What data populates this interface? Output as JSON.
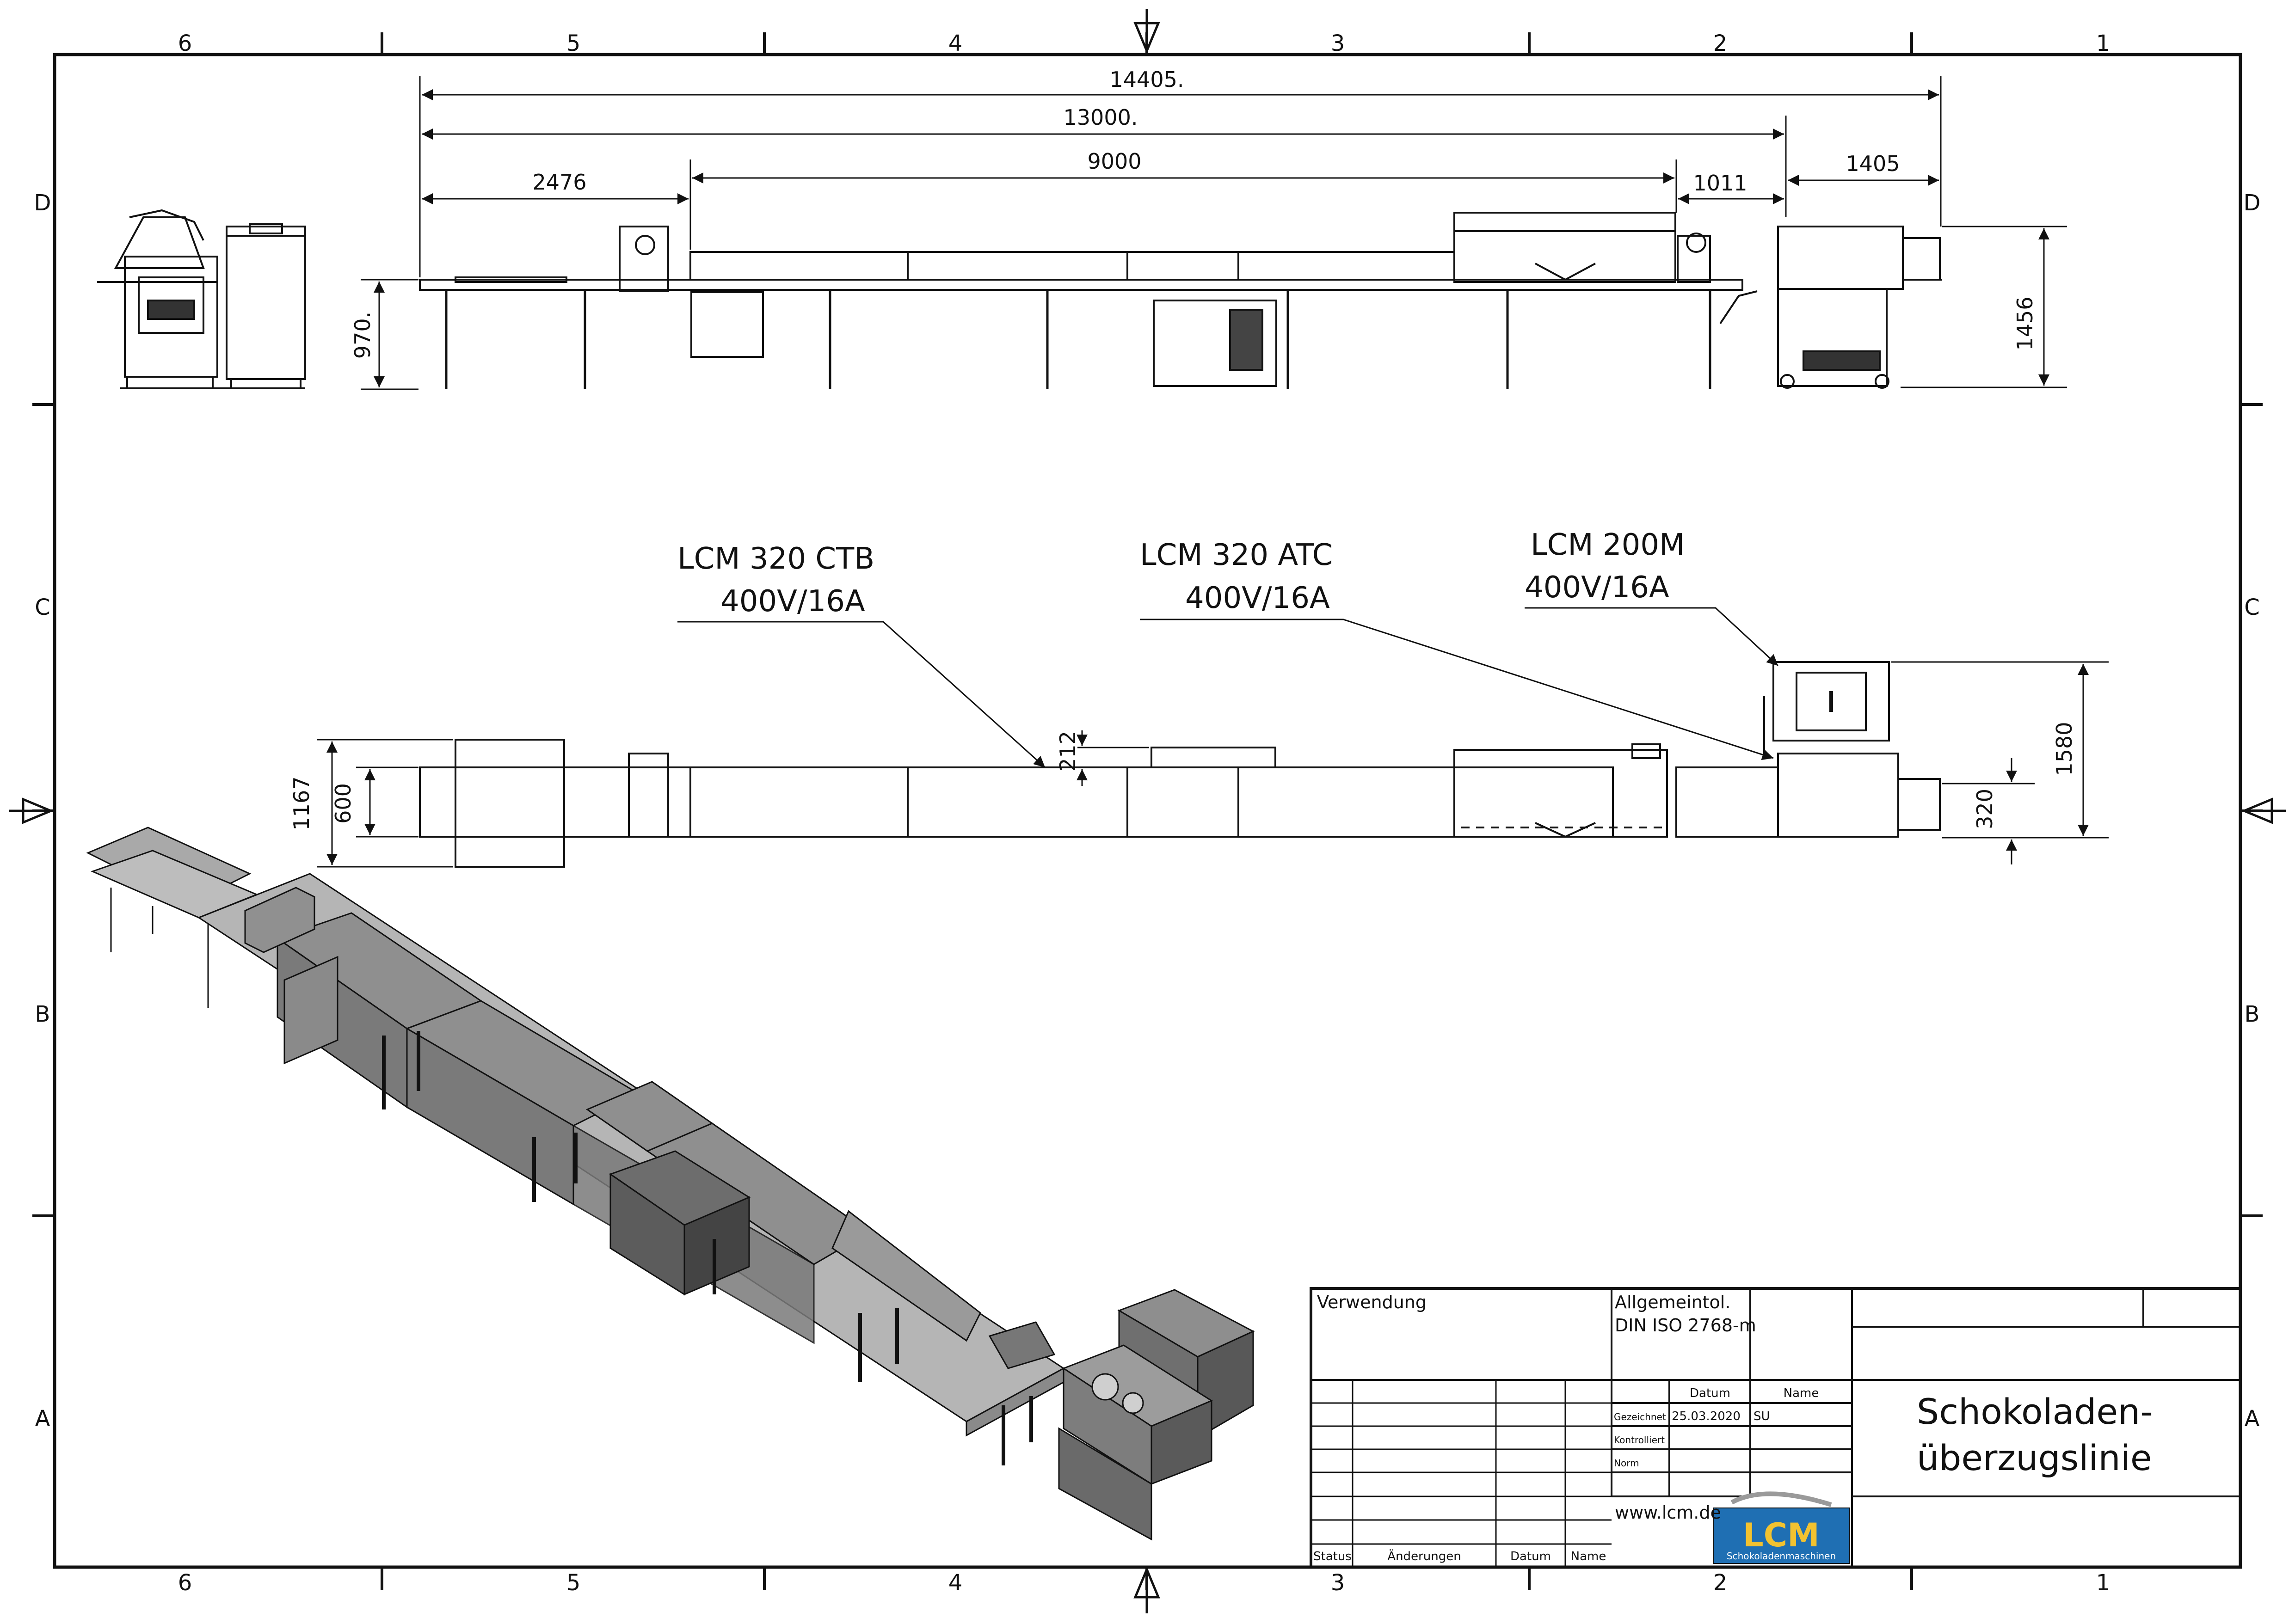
{
  "drawing": {
    "zone_columns": [
      "6",
      "5",
      "4",
      "3",
      "2",
      "1"
    ],
    "zone_rows": [
      "D",
      "C",
      "B",
      "A"
    ],
    "side_view_dimensions": {
      "overall_length": "14405.",
      "line_length": "13000.",
      "cooling_tunnel": "9000",
      "feed_section": "2476",
      "gap": "1011",
      "machine_length": "1405",
      "table_height": "970.",
      "machine_height": "1456"
    },
    "top_view_dimensions": {
      "overall_width": "1167",
      "belt_width": "600",
      "tunnel_rise": "212",
      "machine_width": "1580",
      "outlet_width": "320"
    },
    "machine_labels": [
      {
        "model": "LCM 320 CTB",
        "power": "400V/16A"
      },
      {
        "model": "LCM 320 ATC",
        "power": "400V/16A"
      },
      {
        "model": "LCM 200M",
        "power": "400V/16A"
      }
    ]
  },
  "title_block": {
    "usage_label": "Verwendung",
    "tolerance_label": "Allgemeintol.",
    "tolerance_value": "DIN ISO 2768-m",
    "col_date": "Datum",
    "col_name": "Name",
    "drawn_label": "Gezeichnet",
    "drawn_date": "25.03.2020",
    "drawn_name": "SU",
    "checked_label": "Kontrolliert",
    "norm_label": "Norm",
    "website": "www.lcm.de",
    "logo_text": "LCM",
    "logo_subtext": "Schokoladenmaschinen",
    "status_label": "Status",
    "changes_label": "Änderungen",
    "date_label": "Datum",
    "name_label": "Name",
    "title_line1": "Schokoladen-",
    "title_line2": "überzugslinie"
  },
  "colors": {
    "line": "#111111",
    "logo_blue": "#1f6fb3",
    "logo_yellow": "#f2c230",
    "machine_gray": "#8a8a8a",
    "machine_dark": "#5c5c5c",
    "belt_light": "#a9a9a9"
  }
}
